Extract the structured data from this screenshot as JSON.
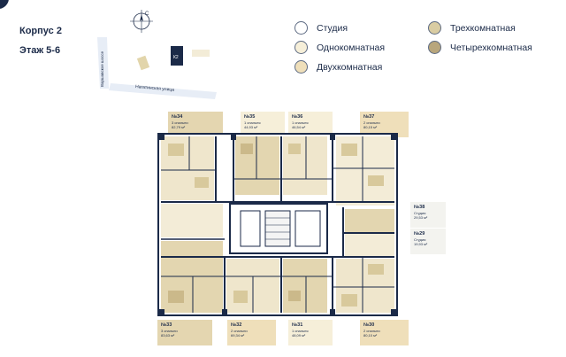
{
  "header": {
    "building": "Корпус 2",
    "floor": "Этаж 5-6"
  },
  "sitemap": {
    "street_vertical": "Варшавское шоссе",
    "street_horizontal": "Нагатинская улица",
    "highlighted_building": "К2"
  },
  "compass": {
    "north_label": "С"
  },
  "legend": [
    {
      "label": "Студия",
      "color": "#ffffff"
    },
    {
      "label": "Однокомнатная",
      "color": "#f6efd9"
    },
    {
      "label": "Двухкомнатная",
      "color": "#efdfba"
    },
    {
      "label": "Трехкомнатная",
      "color": "#d9cca2"
    },
    {
      "label": "Четырехкомнатная",
      "color": "#b8a67c"
    }
  ],
  "apartments": [
    {
      "number": "№34",
      "rooms": "3 спальни",
      "area": "82,79 м²",
      "color": "#e4d6b0"
    },
    {
      "number": "№35",
      "rooms": "1 спальня",
      "area": "44,93 м²",
      "color": "#f6efd9"
    },
    {
      "number": "№36",
      "rooms": "1 спальня",
      "area": "46,54 м²",
      "color": "#f6efd9"
    },
    {
      "number": "№37",
      "rooms": "2 спальни",
      "area": "80,15 м²",
      "color": "#efdfba"
    },
    {
      "number": "№38",
      "rooms": "Студия",
      "area": "29,53 м²",
      "color": "#ffffff"
    },
    {
      "number": "№29",
      "rooms": "Студия",
      "area": "19,93 м²",
      "color": "#ffffff"
    },
    {
      "number": "№30",
      "rooms": "2 спальни",
      "area": "80,10 м²",
      "color": "#efdfba"
    },
    {
      "number": "№31",
      "rooms": "1 спальня",
      "area": "48,09 м²",
      "color": "#f6efd9"
    },
    {
      "number": "№32",
      "rooms": "2 спальни",
      "area": "69,34 м²",
      "color": "#efdfba"
    },
    {
      "number": "№33",
      "rooms": "3 спальни",
      "area": "83,63 м²",
      "color": "#e4d6b0"
    }
  ],
  "plan_colors": {
    "wall": "#1b2a48",
    "room_tint_a": "#efe6cc",
    "room_tint_b": "#e3d6b0",
    "core": "#ffffff"
  }
}
